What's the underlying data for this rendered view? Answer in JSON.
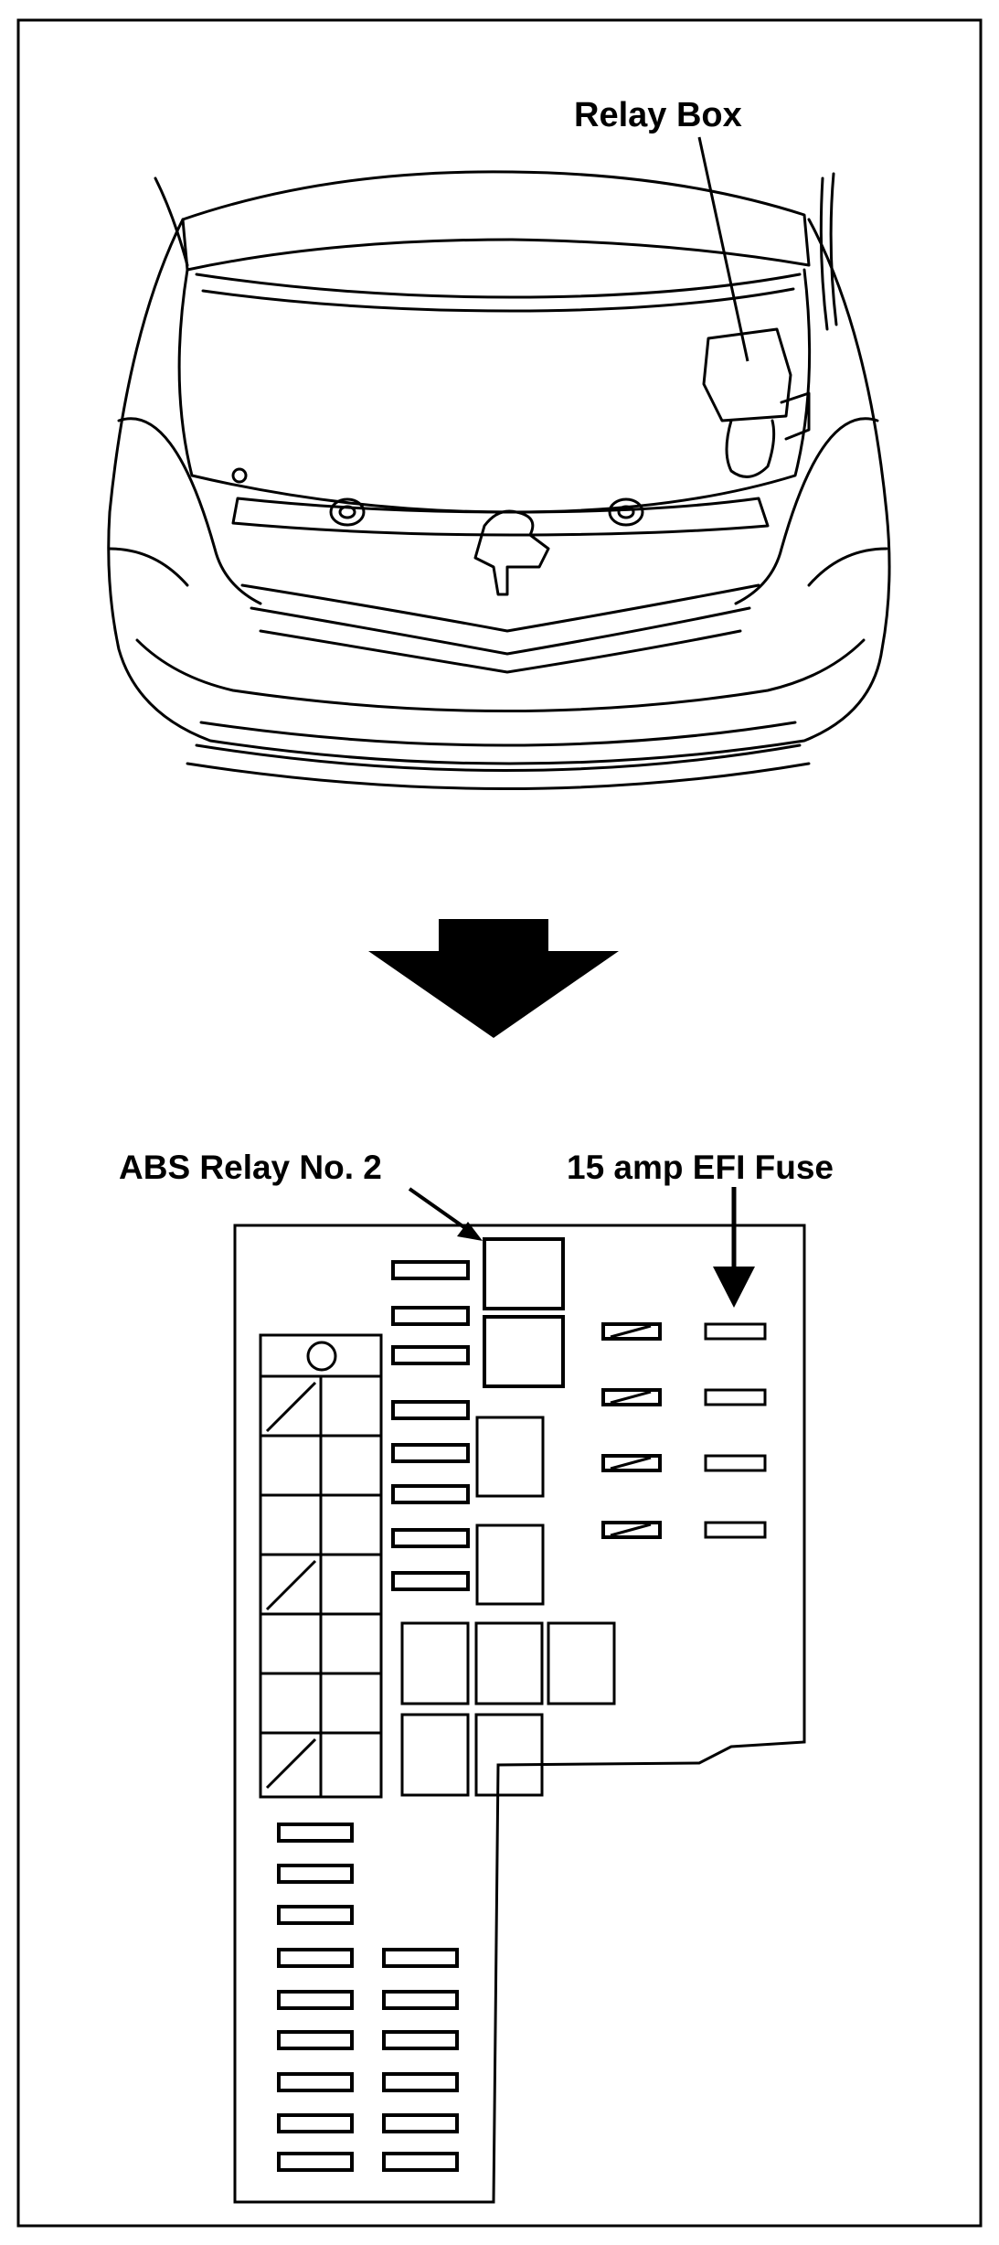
{
  "labels": {
    "relay_box": "Relay Box",
    "abs_relay": "ABS Relay No. 2",
    "efi_fuse": "15 amp EFI Fuse"
  },
  "colors": {
    "ink": "#000000",
    "paper": "#ffffff"
  },
  "icons": {
    "arrow": "down-arrow-icon"
  }
}
